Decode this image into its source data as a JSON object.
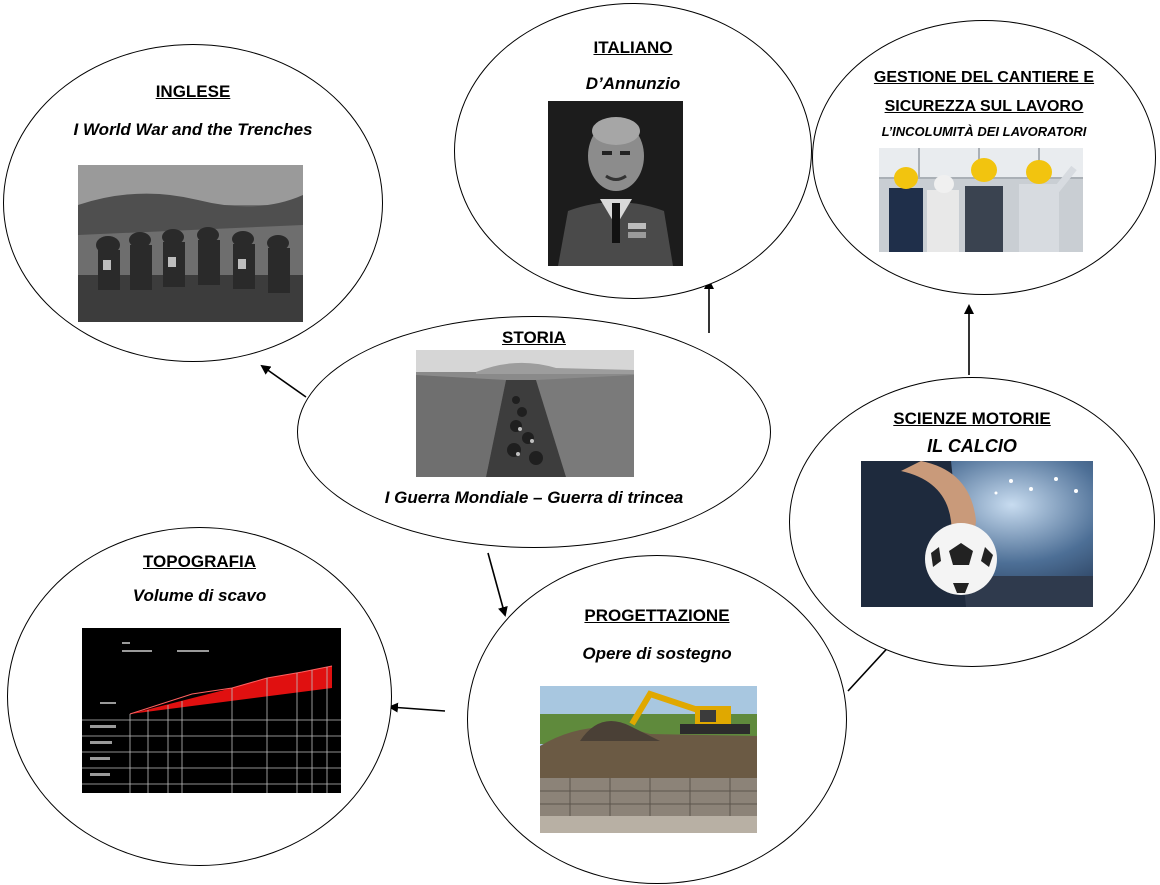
{
  "nodes": {
    "inglese": {
      "title": "INGLESE",
      "subtitle": "I World War and the Trenches",
      "image": "trench-soldiers-photo"
    },
    "italiano": {
      "title": "ITALIANO",
      "subtitle": "D’Annunzio",
      "image": "dannunzio-portrait-photo"
    },
    "gestione": {
      "title_line1": "GESTIONE DEL CANTIERE E",
      "title_line2": "SICUREZZA SUL LAVORO",
      "subtitle": "L’INCOLUMITÀ DEI LAVORATORI",
      "image": "workers-hard-hats-photo"
    },
    "storia": {
      "title": "STORIA",
      "subtitle": "I Guerra Mondiale – Guerra di trincea",
      "image": "ww1-trench-photo"
    },
    "scienze": {
      "title": "SCIENZE MOTORIE",
      "subtitle": "IL CALCIO",
      "image": "football-stadium-photo"
    },
    "topografia": {
      "title": "TOPOGRAFIA",
      "subtitle": "Volume di scavo",
      "image": "excavation-profile-drawing"
    },
    "progettazione": {
      "title": "PROGETTAZIONE",
      "subtitle": "Opere di sostegno",
      "image": "excavator-gabion-wall-photo"
    }
  },
  "edges": [
    {
      "from": "storia",
      "to": "inglese"
    },
    {
      "from": "storia",
      "to": "italiano"
    },
    {
      "from": "storia",
      "to": "progettazione"
    },
    {
      "from": "progettazione",
      "to": "topografia"
    },
    {
      "from": "progettazione",
      "to": "scienze"
    },
    {
      "from": "scienze",
      "to": "gestione"
    }
  ],
  "colors": {
    "line": "#000000",
    "profile_red": "#e01010",
    "helmet_yellow": "#f2c40f"
  }
}
